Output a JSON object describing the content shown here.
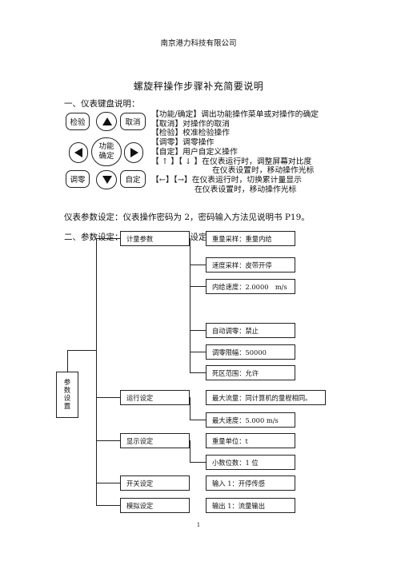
{
  "header": "南京港力科技有限公司",
  "title": "螺旋秤操作步骤补充简要说明",
  "section1": "一、仪表键盘说明：",
  "keys": {
    "verify": "检验",
    "cancel": "取消",
    "zero": "调零",
    "custom": "自定",
    "func_top": "功能",
    "func_bottom": "确定"
  },
  "legend": [
    "【功能/确定】调出功能操作菜单或对操作的确定",
    "【取消】对操作的取消",
    "【检验】校准检验操作",
    "【调零】调零操作",
    "【自定】用户自定义操作",
    "【 ↑ 】【 ↓ 】在仪表运行时，调整屏幕对比度",
    "在仪表设置时，移动操作光标",
    "【←】【→】在仪表运行时，切换累计量显示",
    "在仪表设置时，移动操作光标"
  ],
  "password_note": "仪表参数设定：仪表操作密码为 2，密码输入方法见说明书 P19。",
  "section2": "二、参数设定：如果仪表参数已经设定好，不用重复设定。",
  "tree": {
    "root": [
      "参",
      "数",
      "设",
      "置"
    ],
    "groups": [
      {
        "label": "计量参数",
        "items": [
          "重量采样：重量内给",
          "速度采样：皮带开停",
          "内给速度：2.0000　m/s",
          "自动调零：禁止",
          "调零限幅：50000",
          "死区范围：允许"
        ]
      },
      {
        "label": "运行设定",
        "items": [
          "最大流量：同计算机的量程相同。",
          "最大速度：5.000 m/s"
        ]
      },
      {
        "label": "显示设定",
        "items": [
          "重量单位：t",
          "小数位数：1 位"
        ]
      },
      {
        "label": "开关设定",
        "items": [
          "输入 1：开停传感"
        ]
      },
      {
        "label": "模拟设定",
        "items": [
          "输出 1：流量输出"
        ]
      }
    ]
  },
  "page_number": "1"
}
